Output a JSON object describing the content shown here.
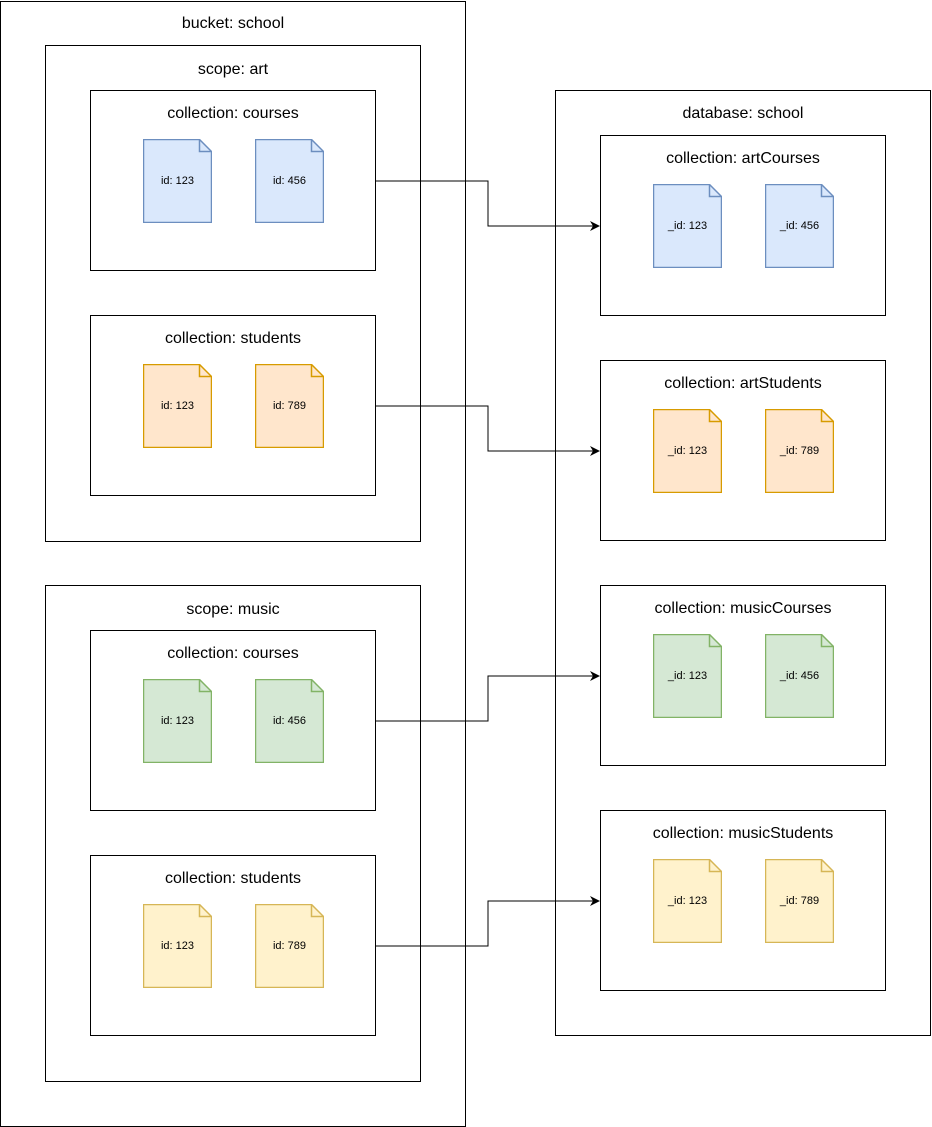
{
  "bucket": {
    "title": "bucket: school",
    "scopes": [
      {
        "title": "scope: art",
        "collections": [
          {
            "title": "collection: courses",
            "color": "blue",
            "docs": [
              "id: 123",
              "id: 456"
            ]
          },
          {
            "title": "collection: students",
            "color": "orange",
            "docs": [
              "id: 123",
              "id: 789"
            ]
          }
        ]
      },
      {
        "title": "scope: music",
        "collections": [
          {
            "title": "collection: courses",
            "color": "green",
            "docs": [
              "id: 123",
              "id: 456"
            ]
          },
          {
            "title": "collection: students",
            "color": "yellow",
            "docs": [
              "id: 123",
              "id: 789"
            ]
          }
        ]
      }
    ]
  },
  "database": {
    "title": "database: school",
    "collections": [
      {
        "title": "collection: artCourses",
        "color": "blue",
        "docs": [
          "_id: 123",
          "_id: 456"
        ]
      },
      {
        "title": "collection: artStudents",
        "color": "orange",
        "docs": [
          "_id: 123",
          "_id: 789"
        ]
      },
      {
        "title": "collection: musicCourses",
        "color": "green",
        "docs": [
          "_id: 123",
          "_id: 456"
        ]
      },
      {
        "title": "collection: musicStudents",
        "color": "yellow",
        "docs": [
          "_id: 123",
          "_id: 789"
        ]
      }
    ]
  },
  "palette": {
    "blue": {
      "fill": "#dae8fc",
      "stroke": "#6c8ebf"
    },
    "orange": {
      "fill": "#ffe6cc",
      "stroke": "#d79b00"
    },
    "green": {
      "fill": "#d5e8d4",
      "stroke": "#82b366"
    },
    "yellow": {
      "fill": "#fff2cc",
      "stroke": "#d6b656"
    }
  }
}
